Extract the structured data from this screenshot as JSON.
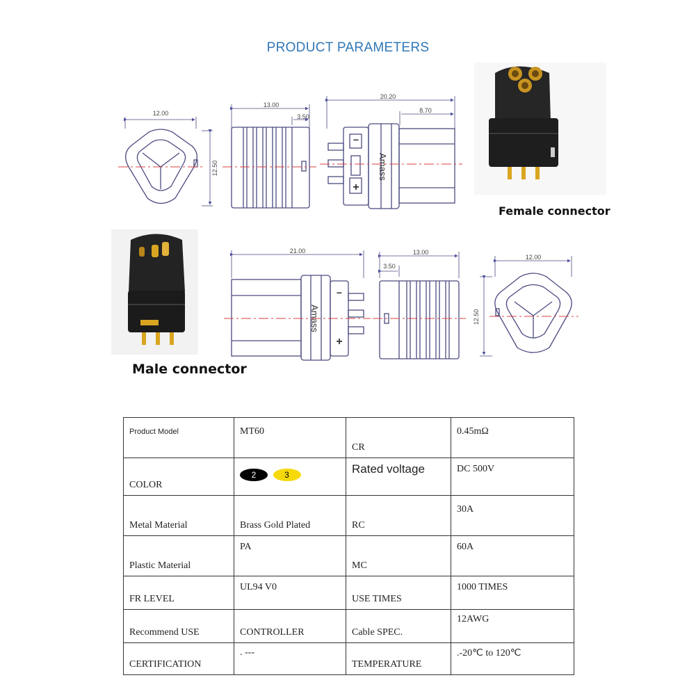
{
  "header": {
    "title": "PRODUCT PARAMETERS"
  },
  "female": {
    "caption": "Female connector",
    "dims": {
      "front_width": "12.00",
      "front_height": "12.50",
      "side_length": "13.00",
      "side_tab": "3.50",
      "mate_length": "20.20",
      "mate_part": "8.70"
    },
    "brand_mark": "Amass"
  },
  "male": {
    "caption": "Male connector",
    "dims": {
      "side_length": "21.00",
      "back_length": "13.00",
      "back_tab": "3.50",
      "front_width": "12.00",
      "front_height": "12.50"
    },
    "brand_mark": "Amass"
  },
  "colors": {
    "title": "#2f77b6",
    "connector_body": "#222222",
    "pin_gold": "#d9a520",
    "pill_black": "#000000",
    "pill_yellow": "#f5d90a"
  },
  "specs": {
    "rows": [
      {
        "label1": "Product Model",
        "value1": "MT60",
        "label2": "CR",
        "value2": "0.45mΩ"
      },
      {
        "label1": "COLOR",
        "value1": "",
        "label2": "Rated voltage",
        "value2": "DC 500V"
      },
      {
        "label1": "Metal Material",
        "value1": "Brass Gold Plated",
        "label2": "RC",
        "value2": "30A"
      },
      {
        "label1": "Plastic Material",
        "value1": "PA",
        "label2": "MC",
        "value2": "60A"
      },
      {
        "label1": "FR LEVEL",
        "value1": "UL94 V0",
        "label2": "USE TIMES",
        "value2": "1000 TIMES"
      },
      {
        "label1": "Recommend USE",
        "value1": "CONTROLLER",
        "label2": "Cable SPEC.",
        "value2": "12AWG"
      },
      {
        "label1": "CERTIFICATION",
        "value1": ". ---",
        "label2": "TEMPERATURE",
        "value2": ".-20℃ to 120℃"
      }
    ],
    "color_options": [
      "2",
      "3"
    ]
  }
}
